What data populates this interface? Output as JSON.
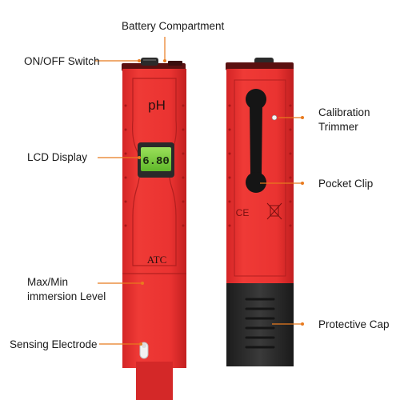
{
  "device": {
    "brand_text": "pH",
    "lcd_reading": "6.80",
    "atc_text": "ATC",
    "ce_mark": "CE"
  },
  "callouts": {
    "battery_compartment": "Battery Compartment",
    "on_off_switch": "ON/OFF Switch",
    "calibration_trimmer_line1": "Calibration",
    "calibration_trimmer_line2": "Trimmer",
    "lcd_display": "LCD  Display",
    "pocket_clip": "Pocket Clip",
    "max_min_line1": "Max/Min",
    "max_min_line2": "immersion Level",
    "protective_cap": "Protective Cap",
    "sensing_electrode": "Sensing Electrode"
  },
  "colors": {
    "body_red": "#e8302f",
    "body_dark": "#b81e1e",
    "cap_black": "#2a2a2a",
    "lcd_green": "#7fcf3e",
    "callout_orange": "#e87a1e"
  }
}
